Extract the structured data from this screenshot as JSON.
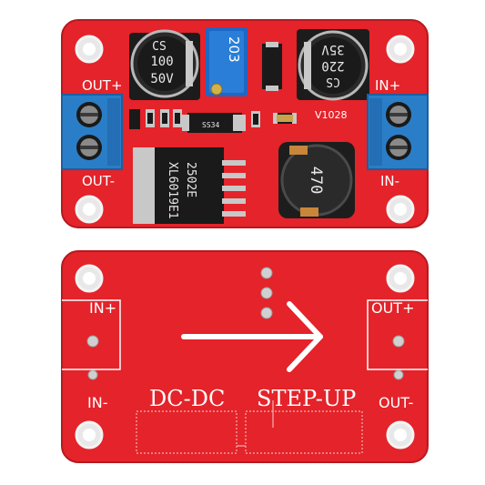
{
  "top_board": {
    "cap_left": {
      "brand": "CS",
      "value": "100",
      "voltage": "50V"
    },
    "cap_right": {
      "brand": "CS",
      "value": "220",
      "voltage": "35V"
    },
    "trimpot_code": "203",
    "version": "V1028",
    "ic_model": "XL6019E1",
    "ic_code": "2502E",
    "inductor_value": "470",
    "diode_code": "SS34",
    "labels": {
      "out_plus": "OUT+",
      "out_minus": "OUT-",
      "in_plus": "IN+",
      "in_minus": "IN-"
    }
  },
  "bottom_board": {
    "title_left": "DC-DC",
    "title_right": "STEP-UP",
    "labels": {
      "in_plus": "IN+",
      "in_minus": "IN-",
      "out_plus": "OUT+",
      "out_minus": "OUT-"
    }
  },
  "colors": {
    "pcb": "#e4232a",
    "pcb_dark": "#c01820",
    "terminal": "#2a7ec8",
    "silkscreen": "#ffffff"
  }
}
